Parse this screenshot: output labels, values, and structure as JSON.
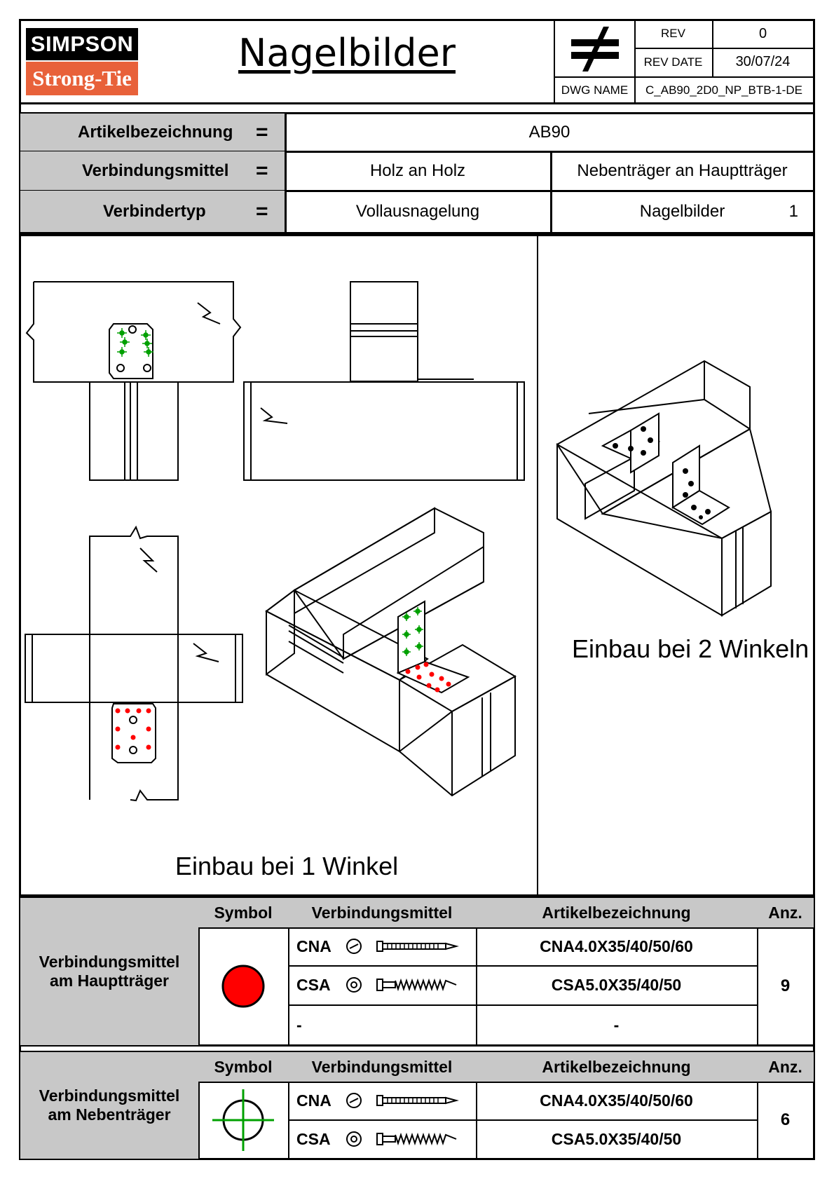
{
  "header": {
    "logo_top": "SIMPSON",
    "logo_bottom": "Strong-Tie",
    "title": "Nagelbilder",
    "rev_label": "REV",
    "rev_value": "0",
    "rev_date_label": "REV DATE",
    "rev_date_value": "30/07/24",
    "dwg_name_label": "DWG NAME",
    "dwg_name_value": "C_AB90_2D0_NP_BTB-1-DE"
  },
  "info": {
    "equals": "=",
    "rows": [
      {
        "label": "Artikelbezeichnung",
        "value": "AB90"
      },
      {
        "label": "Verbindungsmittel",
        "value1": "Holz an Holz",
        "value2": "Nebenträger an Hauptträger"
      },
      {
        "label": "Verbindertyp",
        "value1": "Vollausnagelung",
        "value2": "Nagelbilder",
        "num": "1"
      }
    ]
  },
  "drawings": {
    "caption_left": "Einbau bei 1 Winkel",
    "caption_right": "Einbau bei 2 Winkeln"
  },
  "colors": {
    "main_beam_nail": "#ff0000",
    "secondary_beam_nail": "#00a000",
    "header_gray": "#c8c8c8",
    "logo_orange": "#e8613a"
  },
  "tables": {
    "headers": {
      "symbol": "Symbol",
      "fastener": "Verbindungsmittel",
      "article": "Artikelbezeichnung",
      "qty": "Anz."
    },
    "main": {
      "group_line1": "Verbindungsmittel",
      "group_line2": "am Hauptträger",
      "symbol_icon": "red-filled-circle-icon",
      "rows": [
        {
          "type": "CNA",
          "article": "CNA4.0X35/40/50/60"
        },
        {
          "type": "CSA",
          "article": "CSA5.0X35/40/50"
        },
        {
          "type": "-",
          "article": "-"
        }
      ],
      "qty": "9"
    },
    "secondary": {
      "group_line1": "Verbindungsmittel",
      "group_line2": "am Nebenträger",
      "symbol_icon": "green-crosshair-circle-icon",
      "rows": [
        {
          "type": "CNA",
          "article": "CNA4.0X35/40/50/60"
        },
        {
          "type": "CSA",
          "article": "CSA5.0X35/40/50"
        }
      ],
      "qty": "6"
    }
  }
}
